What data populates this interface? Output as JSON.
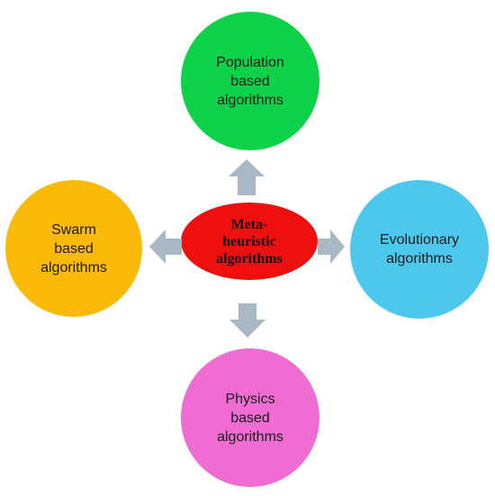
{
  "center": {
    "label": "Meta-\nheuristic\nalgorithms",
    "color": "#ee0f0f"
  },
  "nodes": {
    "top": {
      "label": "Population\nbased\nalgorithms",
      "color": "#0cd24a"
    },
    "left": {
      "label": "Swarm\nbased\nalgorithms",
      "color": "#fbb909"
    },
    "right": {
      "label": "Evolutionary\nalgorithms",
      "color": "#4dc8ec"
    },
    "bottom": {
      "label": "Physics\nbased\nalgorithms",
      "color": "#ef6dd2"
    }
  },
  "arrow_color": "#a8b8c4"
}
